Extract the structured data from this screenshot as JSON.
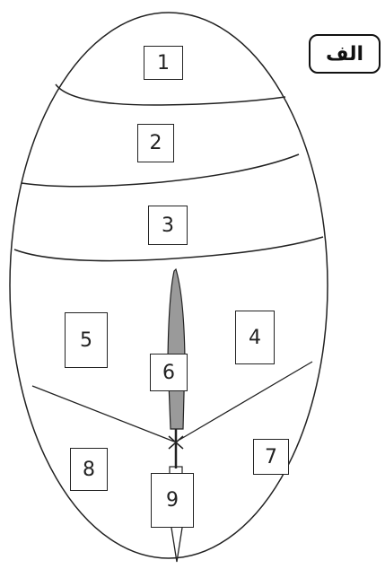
{
  "figure_tag": "الف",
  "regions": [
    {
      "id": "region-1",
      "label": "1"
    },
    {
      "id": "region-2",
      "label": "2"
    },
    {
      "id": "region-3",
      "label": "3"
    },
    {
      "id": "region-4",
      "label": "4"
    },
    {
      "id": "region-5",
      "label": "5"
    },
    {
      "id": "region-6",
      "label": "6"
    },
    {
      "id": "region-7",
      "label": "7"
    },
    {
      "id": "region-8",
      "label": "8"
    },
    {
      "id": "region-9",
      "label": "9"
    }
  ]
}
